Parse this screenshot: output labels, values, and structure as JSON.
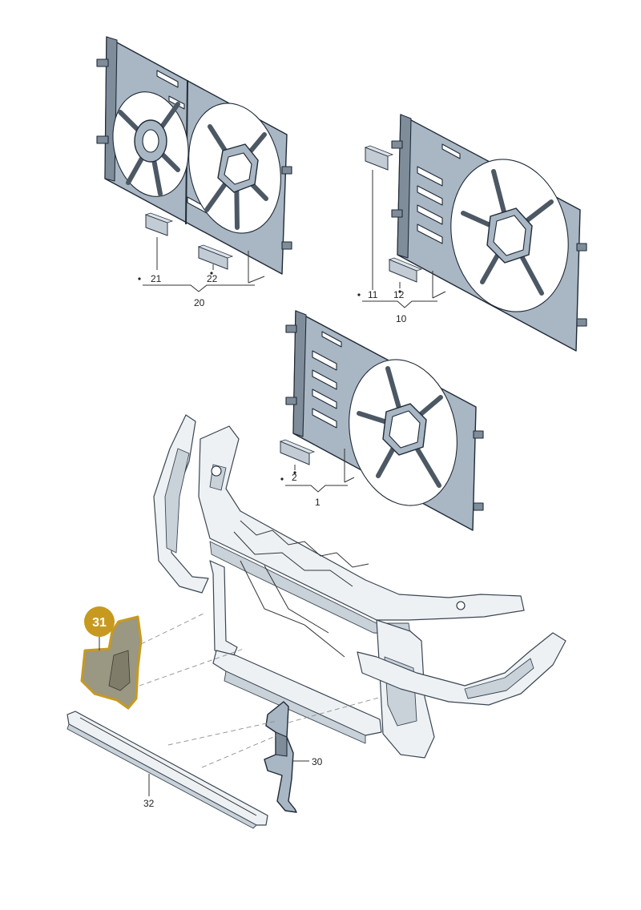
{
  "diagram": {
    "labels": {
      "l1": "1",
      "l2": "2",
      "l10": "10",
      "l11": "11",
      "l12": "12",
      "l20": "20",
      "l21": "21",
      "l22": "22",
      "l30": "30",
      "l32": "32"
    },
    "highlight": {
      "number": "31",
      "badge_color": "#c79a1f",
      "outline_color": "#c79a1f"
    },
    "colors": {
      "frame": "#a9b6c3",
      "frame_outline": "#1f2a36",
      "carrier": "#eef1f4"
    }
  }
}
